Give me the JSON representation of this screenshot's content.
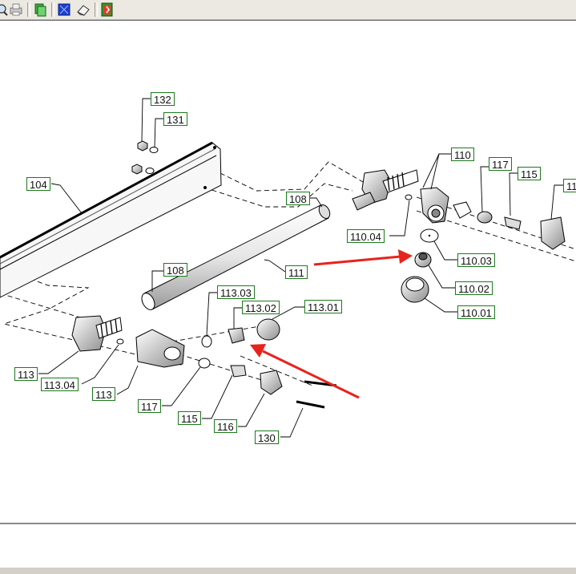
{
  "toolbar": {
    "buttons": [
      {
        "name": "zoom-icon"
      },
      {
        "name": "print-icon"
      },
      {
        "name": "copy-icon"
      },
      {
        "name": "select-all-icon"
      },
      {
        "name": "eraser-icon"
      },
      {
        "name": "exit-icon"
      }
    ]
  },
  "diagram": {
    "callouts": [
      {
        "label": "132"
      },
      {
        "label": "131"
      },
      {
        "label": "104"
      },
      {
        "label": "108"
      },
      {
        "label": "110"
      },
      {
        "label": "117"
      },
      {
        "label": "115"
      },
      {
        "label": "11"
      },
      {
        "label": "110.04"
      },
      {
        "label": "110.03"
      },
      {
        "label": "110.02"
      },
      {
        "label": "110.01"
      },
      {
        "label": "108"
      },
      {
        "label": "111"
      },
      {
        "label": "113.03"
      },
      {
        "label": "113.02"
      },
      {
        "label": "113.01"
      },
      {
        "label": "113"
      },
      {
        "label": "113.04"
      },
      {
        "label": "113"
      },
      {
        "label": "117"
      },
      {
        "label": "115"
      },
      {
        "label": "116"
      },
      {
        "label": "130"
      }
    ],
    "colors": {
      "callout_border": "#1a7a1a",
      "arrow": "#e8231c",
      "line": "#000000"
    }
  }
}
